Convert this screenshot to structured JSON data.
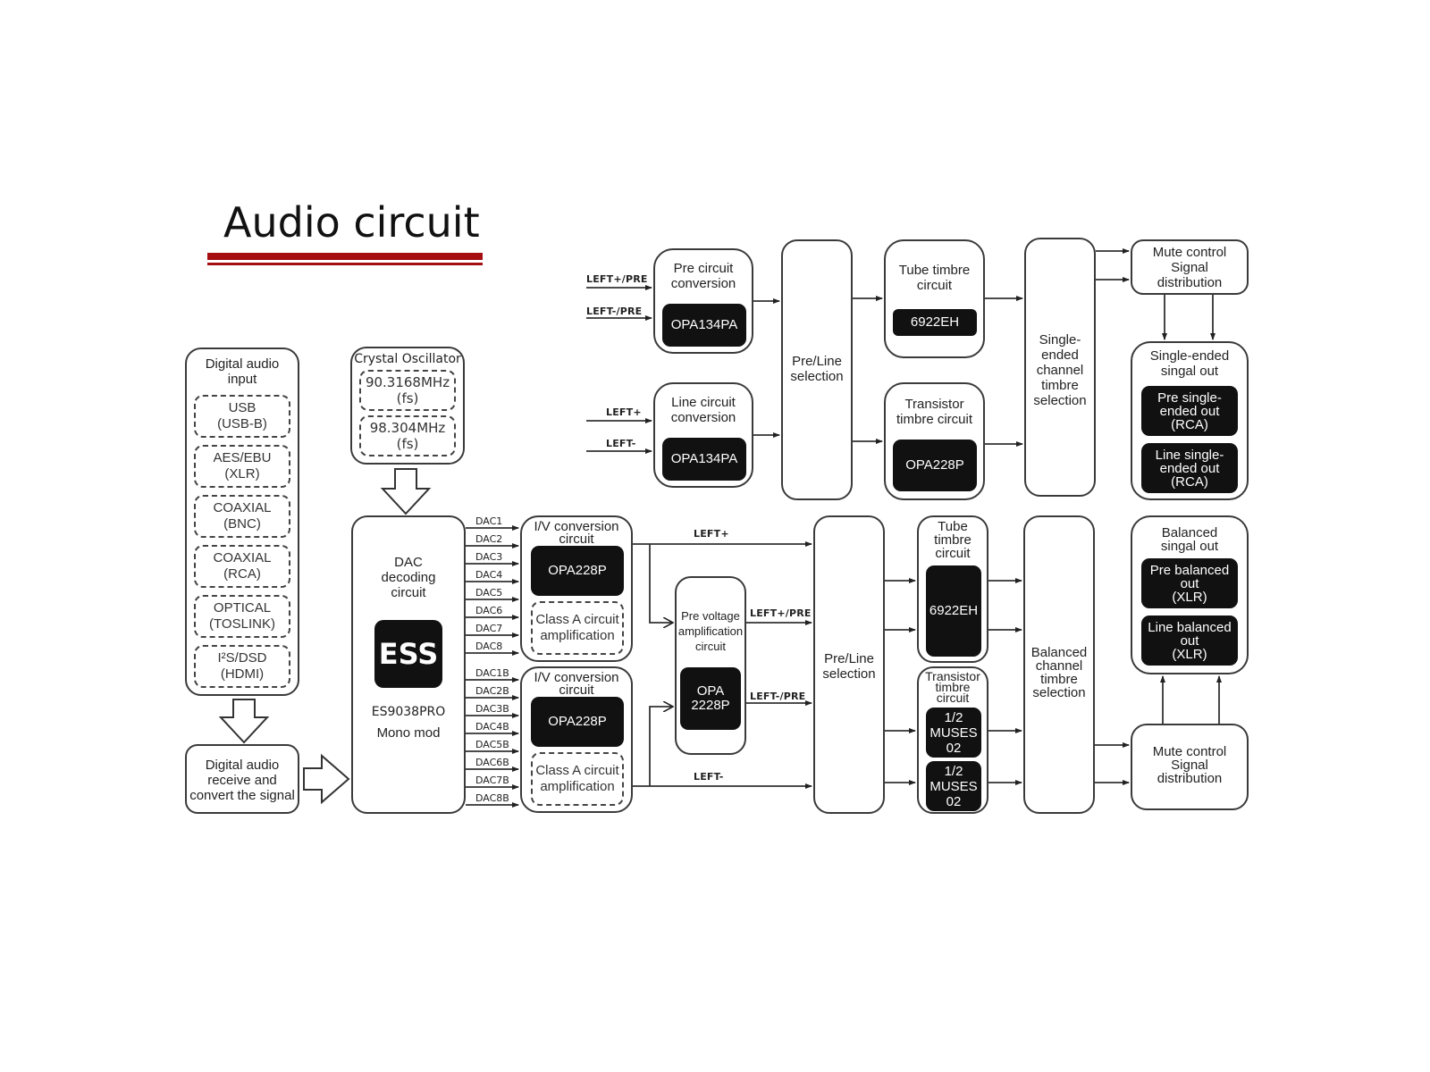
{
  "title": "Audio circuit",
  "colors": {
    "accent_rule": "#a50f12",
    "chip_fill": "#111111",
    "line": "#3a3a3a"
  },
  "digital_input": {
    "heading": "Digital audio\ninput",
    "items": [
      {
        "name": "USB",
        "sub": "(USB-B)"
      },
      {
        "name": "AES/EBU",
        "sub": "(XLR)"
      },
      {
        "name": "COAXIAL",
        "sub": "(BNC)"
      },
      {
        "name": "COAXIAL",
        "sub": "(RCA)"
      },
      {
        "name": "OPTICAL",
        "sub": "(TOSLINK)"
      },
      {
        "name": "I²S/DSD",
        "sub": "(HDMI)"
      }
    ]
  },
  "receiver": {
    "label": "Digital audio\nreceive and\nconvert the signal"
  },
  "crystal": {
    "heading": "Crystal Oscillator",
    "items": [
      {
        "freq": "90.3168MHz",
        "sub": "(fs)"
      },
      {
        "freq": "98.304MHz",
        "sub": "(fs)"
      }
    ]
  },
  "dac": {
    "label": "DAC\ndecoding\ncircuit",
    "chip_logo": "ESS",
    "model": "ES9038PRO",
    "mode": "Mono mod",
    "outputs_a": [
      "DAC1",
      "DAC2",
      "DAC3",
      "DAC4",
      "DAC5",
      "DAC6",
      "DAC7",
      "DAC8"
    ],
    "outputs_b": [
      "DAC1B",
      "DAC2B",
      "DAC3B",
      "DAC4B",
      "DAC5B",
      "DAC6B",
      "DAC7B",
      "DAC8B"
    ]
  },
  "iv_upper": {
    "label": "I/V conversion\ncircuit",
    "chip": "OPA228P",
    "stage": "Class A circuit\namplification"
  },
  "iv_lower": {
    "label": "I/V conversion\ncircuit",
    "chip": "OPA228P",
    "stage": "Class A circuit\namplification"
  },
  "pre_voltage": {
    "label": "Pre voltage\namplification\ncircuit",
    "chip": "OPA\n2228P"
  },
  "signals": {
    "left_plus": "LEFT+",
    "left_minus": "LEFT-",
    "left_plus_pre": "LEFT+/PRE",
    "left_minus_pre": "LEFT-/PRE"
  },
  "single_ended_path": {
    "pre_conversion": {
      "label": "Pre circuit\nconversion",
      "chip": "OPA134PA"
    },
    "line_conversion": {
      "label": "Line circuit\nconversion",
      "chip": "OPA134PA"
    },
    "selection": "Pre/Line\nselection",
    "tube": {
      "label": "Tube timbre\ncircuit",
      "chip": "6922EH"
    },
    "transistor": {
      "label": "Transistor\ntimbre circuit",
      "chip": "OPA228P"
    },
    "timbre_selection": "Single-\nended\nchannel\ntimbre\nselection",
    "mute": "Mute control\nSignal\ndistribution",
    "output": {
      "heading": "Single-ended\nsingal out",
      "items": [
        "Pre single-\nended out\n(RCA)",
        "Line single-\nended out\n(RCA)"
      ]
    }
  },
  "balanced_path": {
    "selection": "Pre/Line\nselection",
    "tube": {
      "label": "Tube\ntimbre\ncircuit",
      "chip": "6922EH"
    },
    "transistor": {
      "label": "Transistor\ntimbre\ncircuit",
      "chips": [
        "1/2\nMUSES\n02",
        "1/2\nMUSES\n02"
      ]
    },
    "timbre_selection": "Balanced\nchannel\ntimbre\nselection",
    "mute": "Mute control\nSignal\ndistribution",
    "output": {
      "heading": "Balanced\nsingal out",
      "items": [
        "Pre balanced\nout\n(XLR)",
        "Line balanced\nout\n(XLR)"
      ]
    }
  }
}
